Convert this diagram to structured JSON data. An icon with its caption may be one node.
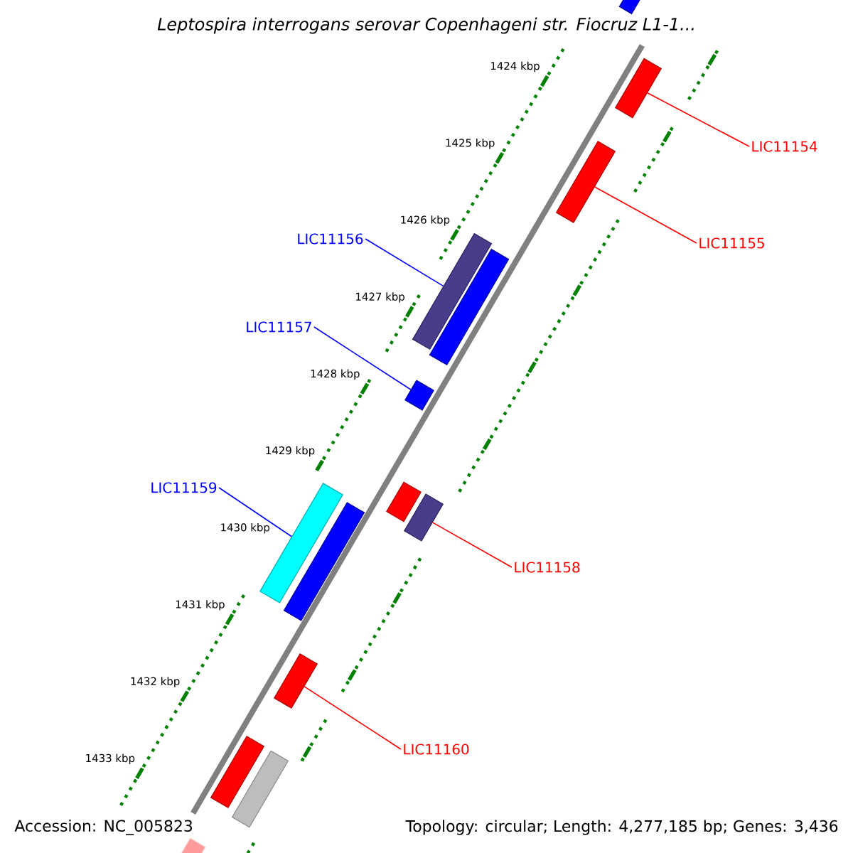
{
  "diagram": {
    "title": "Leptospira interrogans serovar Copenhageni str. Fiocruz L1-1...",
    "nodes": [
      {
        "text": [],
        "shape": "bar"
      },
      {
        "text": [],
        "shape": "bar"
      },
      {
        "text": [
          "LIC11154"
        ]
      },
      {
        "text": [],
        "shape": "bar"
      },
      {
        "text": [
          "LIC11155"
        ]
      },
      {
        "text": [
          "LIC11156"
        ]
      },
      {
        "text": [],
        "shape": "bar"
      },
      {
        "text": [],
        "shape": "bar"
      },
      {
        "text": [
          "LIC11157"
        ]
      },
      {
        "text": [],
        "shape": "bar"
      },
      {
        "text": [
          "LIC11159"
        ]
      },
      {
        "text": [],
        "shape": "bar"
      },
      {
        "text": [],
        "shape": "bar"
      },
      {
        "text": [],
        "shape": "bar"
      },
      {
        "text": [],
        "shape": "bar"
      },
      {
        "text": [
          "LIC11158"
        ]
      },
      {
        "text": [],
        "shape": "bar"
      },
      {
        "text": [
          "LIC11160"
        ]
      },
      {
        "text": [],
        "shape": "bar"
      },
      {
        "text": [],
        "shape": "bar"
      },
      {
        "text": [],
        "shape": "bar"
      }
    ],
    "edges": [
      {
        "from": 2,
        "to": 1,
        "arrow": "none",
        "color": "#ff0000"
      },
      {
        "from": 4,
        "to": 3,
        "arrow": "none",
        "color": "#ff0000"
      },
      {
        "from": 5,
        "to": 6,
        "arrow": "none",
        "color": "#0000ff"
      },
      {
        "from": 8,
        "to": 9,
        "arrow": "none",
        "color": "#0000ff"
      },
      {
        "from": 10,
        "to": 13,
        "arrow": "none",
        "color": "#0000ff"
      },
      {
        "from": 15,
        "to": 12,
        "arrow": "none",
        "color": "#ff0000"
      },
      {
        "from": 17,
        "to": 16,
        "arrow": "none",
        "color": "#ff0000"
      }
    ],
    "labels": [
      "1424 kbp",
      "1425 kbp",
      "1426 kbp",
      "1427 kbp",
      "1428 kbp",
      "1429 kbp",
      "1430 kbp",
      "1431 kbp",
      "1432 kbp",
      "1433 kbp",
      "Accession: NC_005823",
      "Topology: circular; Length: 4,277,185 bp; Genes: 3,436"
    ]
  }
}
